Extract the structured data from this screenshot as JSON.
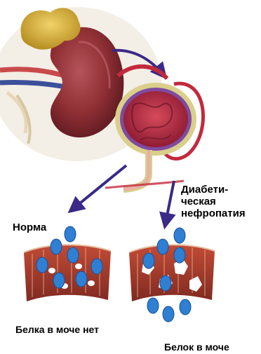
{
  "labels": {
    "norm": "Норма",
    "diabetic_line1": "Диабети-",
    "diabetic_line2": "ческая",
    "diabetic_line3": "нефропатия",
    "no_protein": "Белка в моче нет",
    "protein": "Белок в моче"
  },
  "colors": {
    "arrow": "#3b2a86",
    "kidney": "#8d2e33",
    "adrenal": "#d9b23e",
    "membrane": "#9e3a2c",
    "protein": "#2f7fd2",
    "glomerulus": "#b51f3a"
  }
}
